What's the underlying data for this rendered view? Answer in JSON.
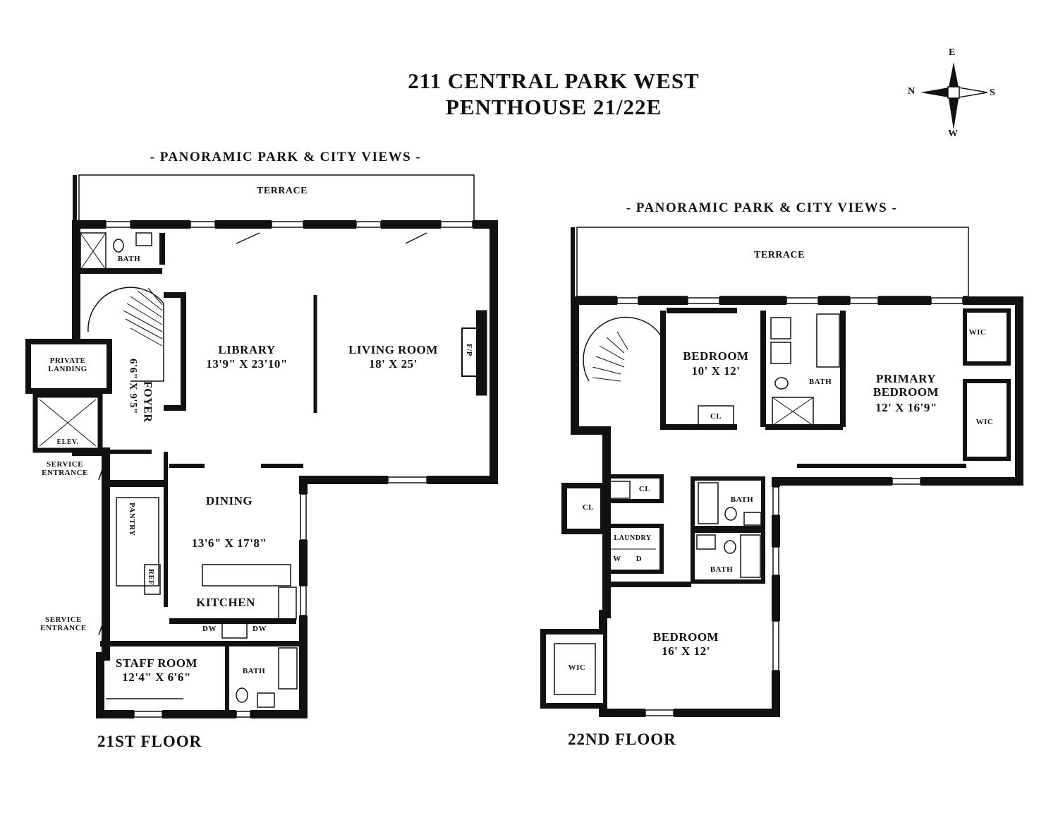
{
  "title": {
    "line1": "211 CENTRAL PARK WEST",
    "line2": "PENTHOUSE 21/22E"
  },
  "compass": {
    "north": "N",
    "south": "S",
    "east": "E",
    "west": "W"
  },
  "floor21": {
    "views": "- PANORAMIC PARK & CITY VIEWS -",
    "label": "21ST FLOOR",
    "terrace": "TERRACE",
    "bath_top": "BATH",
    "library": {
      "name": "LIBRARY",
      "dims": "13'9\" X 23'10\""
    },
    "living": {
      "name": "LIVING ROOM",
      "dims": "18' X 25'"
    },
    "fp": "F/P",
    "foyer": {
      "name": "FOYER",
      "dims": "6'6\" X 9'5\""
    },
    "private_landing": "PRIVATE LANDING",
    "elev": "ELEV.",
    "service_entrance_1": "SERVICE ENTRANCE",
    "dining": {
      "name": "DINING",
      "dims": "13'6\" X 17'8\""
    },
    "pantry": "PANTRY",
    "ref": "REF",
    "kitchen": "KITCHEN",
    "dw1": "DW",
    "dw2": "DW",
    "service_entrance_2": "SERVICE ENTRANCE",
    "staff": {
      "name": "STAFF ROOM",
      "dims": "12'4\" X 6'6\""
    },
    "bath_staff": "BATH"
  },
  "floor22": {
    "views": "- PANORAMIC PARK & CITY VIEWS -",
    "label": "22ND FLOOR",
    "terrace": "TERRACE",
    "bedroom1": {
      "name": "BEDROOM",
      "dims": "10' X 12'"
    },
    "cl1": "CL",
    "bath_mid": "BATH",
    "primary": {
      "name": "PRIMARY BEDROOM",
      "dims": "12' X 16'9\""
    },
    "wic_top": "WIC",
    "wic_side": "WIC",
    "cl2": "CL",
    "cl3": "CL",
    "laundry": "LAUNDRY",
    "w": "W",
    "d": "D",
    "bath_a": "BATH",
    "bath_b": "BATH",
    "bedroom2": {
      "name": "BEDROOM",
      "dims": "16' X 12'"
    },
    "wic_bottom": "WIC"
  }
}
